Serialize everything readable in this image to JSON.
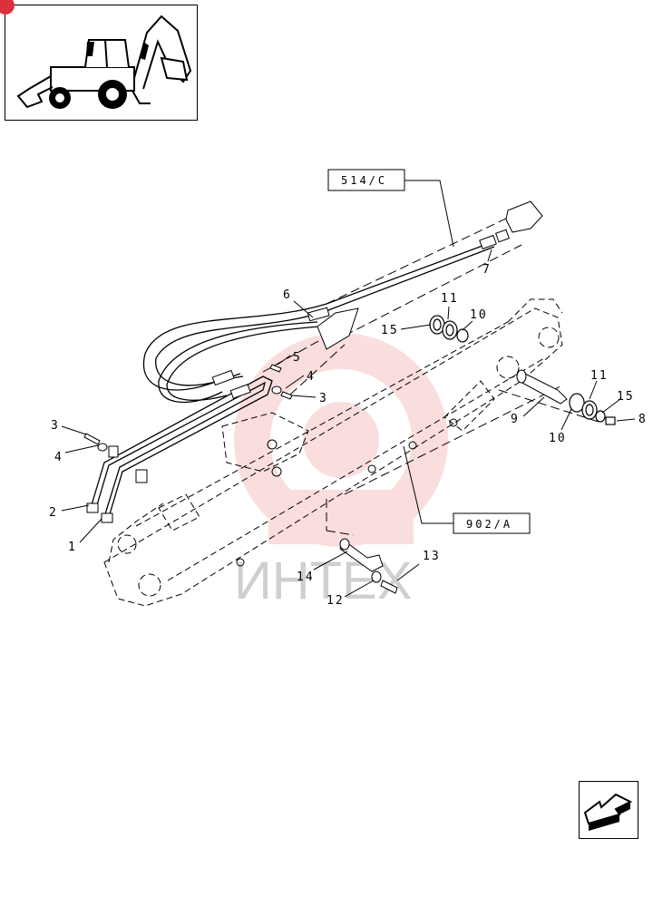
{
  "thumbnail": {
    "icon": "backhoe-loader-icon",
    "badge_color": "#d9323c"
  },
  "references": {
    "hose_group": "514/C",
    "boom_group": "902/A"
  },
  "callouts": {
    "c1": "1",
    "c2": "2",
    "c3a": "3",
    "c3b": "3",
    "c4a": "4",
    "c4b": "4",
    "c5": "5",
    "c6": "6",
    "c7": "7",
    "c8": "8",
    "c9": "9",
    "c10a": "10",
    "c10b": "10",
    "c11a": "11",
    "c11b": "11",
    "c12": "12",
    "c13": "13",
    "c14": "14",
    "c15a": "15",
    "c15b": "15"
  },
  "watermark": {
    "text": "ИНТЕХ",
    "color": "#f2a3a3"
  },
  "navigation": {
    "next_icon": "next-page-arrow-icon"
  }
}
